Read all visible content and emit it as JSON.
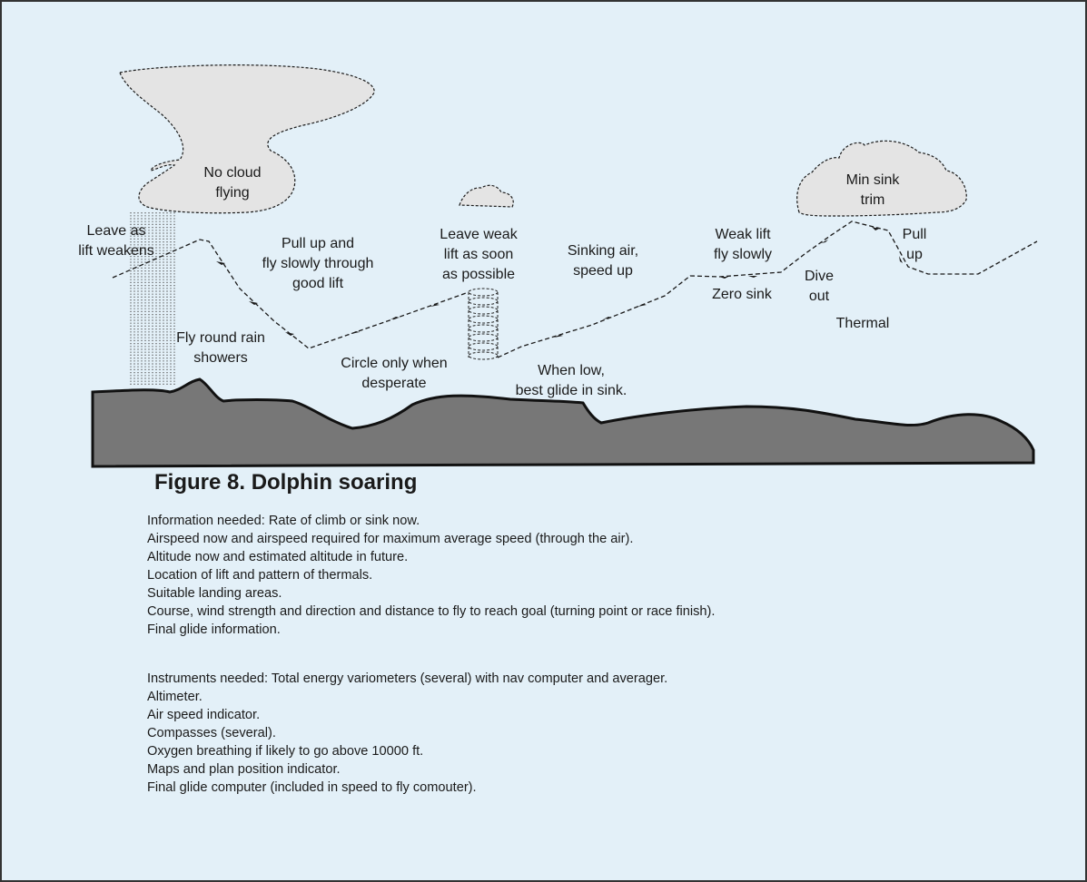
{
  "figure": {
    "title": "Figure 8. Dolphin soaring"
  },
  "colors": {
    "background": "#e3f0f8",
    "ground": "#777777",
    "cloud": "#e4e4e4",
    "border": "#333333"
  },
  "diagram_labels": {
    "no_cloud_flying": "No cloud\nflying",
    "leave_as_lift_weakens": "Leave as\nlift weakens",
    "pull_up": "Pull up and\nfly slowly through\ngood lift",
    "fly_round_rain": "Fly round rain\nshowers",
    "circle_desperate": "Circle only when\ndesperate",
    "leave_weak_lift": "Leave weak\nlift as soon\nas possible",
    "sinking_air": "Sinking air,\nspeed up",
    "when_low": "When low,\nbest glide in sink.",
    "weak_lift": "Weak lift\nfly slowly",
    "zero_sink": "Zero sink",
    "min_sink": "Min sink\ntrim",
    "dive_out": "Dive\nout",
    "pull_up_2": "Pull\nup",
    "thermal": "Thermal"
  },
  "information_needed": [
    "Information needed: Rate of climb or sink now.",
    "Airspeed now and airspeed required for maximum average speed (through the air).",
    "Altitude now and estimated altitude in future.",
    "Location of lift and pattern of thermals.",
    "Suitable landing areas.",
    "Course, wind strength and direction and distance to fly to reach goal (turning point or race finish).",
    "Final glide  information."
  ],
  "instruments_needed": [
    "Instruments needed: Total energy variometers (several) with nav computer and averager.",
    "Altimeter.",
    "Air speed indicator.",
    "Compasses (several).",
    "Oxygen breathing if likely to go above 10000 ft.",
    "Maps and plan position indicator.",
    "Final glide computer (included in speed to fly comouter)."
  ]
}
